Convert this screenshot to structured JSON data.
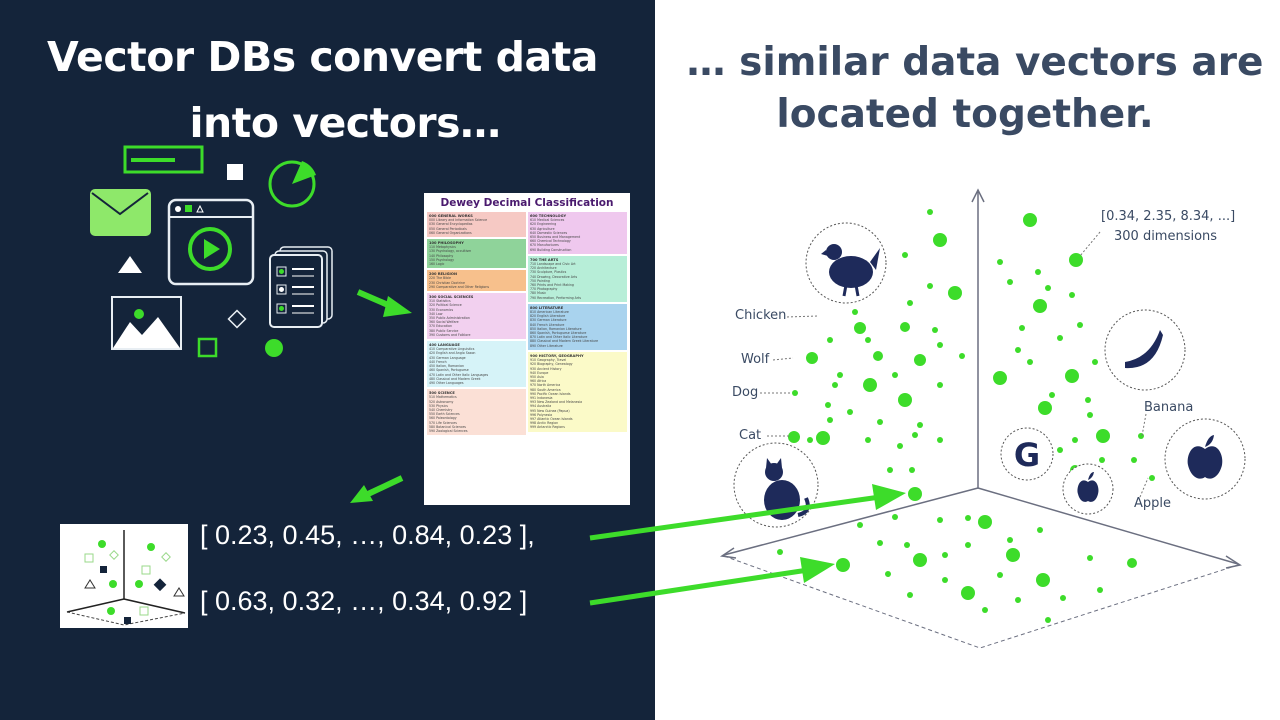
{
  "left": {
    "title_line1": "Vector DBs convert data",
    "title_line2": "into vectors…",
    "vectors": [
      "[ 0.23, 0.45, …, 0.84, 0.23 ],",
      "[ 0.63, 0.32, …, 0.34, 0.92 ]"
    ],
    "dewey": {
      "title": "Dewey Decimal Classification",
      "left_sections": [
        {
          "head": "000 GENERAL WORKS",
          "items": [
            "000 Library and Information Science",
            "030 General Encyclopedias",
            "050 General Periodicals",
            "060 General Organizations"
          ],
          "color": "#f6c9c4"
        },
        {
          "head": "100 PHILOSOPHY",
          "items": [
            "110 Metaphysics",
            "130 Psychology, occultism",
            "140 Philosophy",
            "150 Psychology",
            "160 Logic"
          ],
          "color": "#8fd39a"
        },
        {
          "head": "200 RELIGION",
          "items": [
            "220 The Bible",
            "230 Christian Doctrine",
            "290 Comparative and Other Religions"
          ],
          "color": "#f7c08c"
        },
        {
          "head": "300 SOCIAL SCIENCES",
          "items": [
            "310 Statistics",
            "320 Political Science",
            "330 Economics",
            "340 Law",
            "350 Public Administration",
            "360 Social Welfare",
            "370 Education",
            "380 Public Service",
            "390 Customs and Folklore"
          ],
          "color": "#f2d0ef"
        },
        {
          "head": "400 LANGUAGE",
          "items": [
            "410 Comparative Linguistics",
            "420 English and Anglo Saxon",
            "430 German Language",
            "440 French",
            "450 Italian, Romanian",
            "460 Spanish, Portuguese",
            "470 Latin and Other Italic Languages",
            "480 Classical and Modern Greek",
            "490 Other Languages"
          ],
          "color": "#d6f3f8"
        },
        {
          "head": "500 SCIENCE",
          "items": [
            "510 Mathematics",
            "520 Astronomy",
            "530 Physics",
            "540 Chemistry",
            "550 Earth Sciences",
            "560 Paleontology",
            "570 Life Sciences",
            "580 Botanical Sciences",
            "590 Zoological Sciences"
          ],
          "color": "#fbe0d6"
        }
      ],
      "right_sections": [
        {
          "head": "600 TECHNOLOGY",
          "items": [
            "610 Medical Sciences",
            "620 Engineering",
            "630 Agriculture",
            "640 Domestic Sciences",
            "650 Business and Management",
            "660 Chemical Technology",
            "670 Manufactures",
            "690 Building Construction"
          ],
          "color": "#efc8ee"
        },
        {
          "head": "700 THE ARTS",
          "items": [
            "710 Landscape and Civic Art",
            "720 Architecture",
            "730 Sculpture, Plastics",
            "740 Drawing, Decorative Arts",
            "750 Painting",
            "760 Prints and Print Making",
            "770 Photography",
            "780 Music",
            "790 Recreation, Performing Arts"
          ],
          "color": "#b7eed8"
        },
        {
          "head": "800 LITERATURE",
          "items": [
            "810 American Literature",
            "820 English Literature",
            "830 German Literature",
            "840 French Literature",
            "850 Italian, Romanian Literature",
            "860 Spanish, Portuguese Literature",
            "870 Latin and Other Italic Literature",
            "880 Classical and Modern Greek Literature",
            "890 Other Literature"
          ],
          "color": "#a9d3ee"
        },
        {
          "head": "900 HISTORY, GEOGRAPHY",
          "items": [
            "910 Geography, Travel",
            "920 Biography, Genealogy",
            "930 Ancient History",
            "940 Europe",
            "950 Asia",
            "960 Africa",
            "970 North America",
            "980 South America",
            "990 Pacific Ocean Islands",
            "991 Indonesia",
            "993 New Zealand and Melanesia",
            "994 Australia",
            "995 New Guinea (Papua)",
            "996 Polynesia",
            "997 Atlantic Ocean Islands",
            "998 Arctic Region",
            "999 Antarctic Regions"
          ],
          "color": "#fbfac8"
        }
      ]
    }
  },
  "right": {
    "title_line1": "… similar data vectors are",
    "title_line2": "located together.",
    "vector_example": "[0.34, 2.35, 8.34, ...]",
    "dimensions": "300 dimensions",
    "labels": {
      "chicken": "Chicken",
      "wolf": "Wolf",
      "dog": "Dog",
      "cat": "Cat",
      "banana": "Banana",
      "apple": "Apple"
    },
    "google_glyph": "G"
  },
  "colors": {
    "dark_bg": "#14243a",
    "accent_green": "#3ddc2a",
    "title_right": "#3a4a63",
    "animal_icon": "#1e2a5a"
  }
}
